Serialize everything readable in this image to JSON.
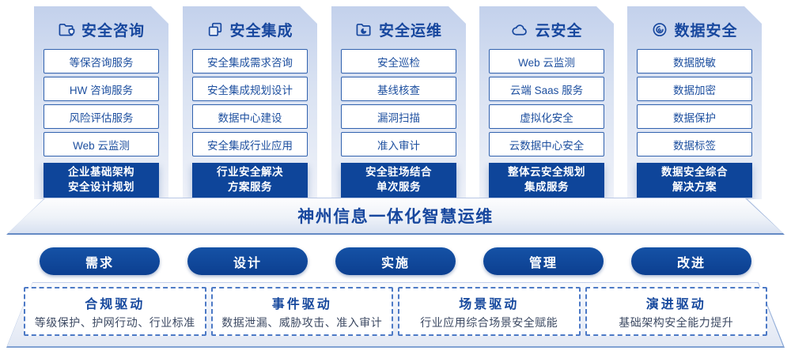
{
  "banner": {
    "title": "神州信息一体化智慧运维"
  },
  "columns": [
    {
      "title": "安全咨询",
      "icon": "folder-shield-icon",
      "items": [
        "等保咨询服务",
        "HW 咨询服务",
        "风险评估服务",
        "Web 云监测"
      ],
      "footer_lines": [
        "企业基础架构",
        "安全设计规划"
      ]
    },
    {
      "title": "安全集成",
      "icon": "copy-documents-icon",
      "items": [
        "安全集成需求咨询",
        "安全集成规划设计",
        "数据中心建设",
        "安全集成行业应用"
      ],
      "footer_lines": [
        "行业安全解决",
        "方案服务"
      ]
    },
    {
      "title": "安全运维",
      "icon": "folder-pie-icon",
      "items": [
        "安全巡检",
        "基线核查",
        "漏洞扫描",
        "准入审计"
      ],
      "footer_lines": [
        "安全驻场结合",
        "单次服务"
      ]
    },
    {
      "title": "云安全",
      "icon": "cloud-icon",
      "items": [
        "Web 云监测",
        "云端 Saas 服务",
        "虚拟化安全",
        "云数据中心安全"
      ],
      "footer_lines": [
        "整体云安全规划",
        "集成服务"
      ]
    },
    {
      "title": "数据安全",
      "icon": "fingerprint-icon",
      "items": [
        "数据脱敏",
        "数据加密",
        "数据保护",
        "数据标签"
      ],
      "footer_lines": [
        "数据安全综合",
        "解决方案"
      ]
    }
  ],
  "phases": [
    "需求",
    "设计",
    "实施",
    "管理",
    "改进"
  ],
  "drivers": [
    {
      "title": "合规驱动",
      "desc": "等级保护、护网行动、行业标准"
    },
    {
      "title": "事件驱动",
      "desc": "数据泄漏、威胁攻击、准入审计"
    },
    {
      "title": "场景驱动",
      "desc": "行业应用综合场景安全赋能"
    },
    {
      "title": "演进驱动",
      "desc": "基础架构安全能力提升"
    }
  ],
  "colors": {
    "primary_blue": "#0E459A",
    "title_blue": "#17479E",
    "item_border_blue": "#3061AE",
    "dashed_border_blue": "#4D7AC6",
    "desc_gray_blue": "#3D4A63"
  }
}
